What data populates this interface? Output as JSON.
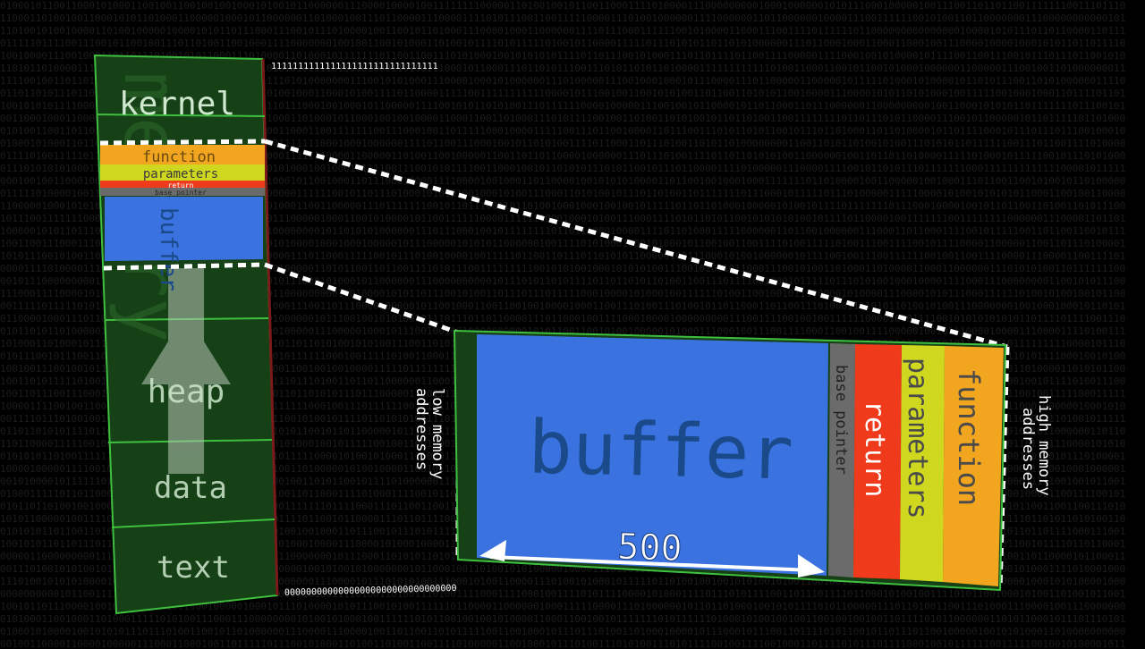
{
  "memory_column": {
    "segments": [
      {
        "label": "kernel"
      },
      {
        "label": "function"
      },
      {
        "label": "parameters"
      },
      {
        "label": "return"
      },
      {
        "label": "base pointer"
      },
      {
        "label": "buffer"
      },
      {
        "label": "heap"
      },
      {
        "label": "data"
      },
      {
        "label": "text"
      }
    ],
    "high_address_bits": "1111111111111111111111111111111",
    "low_address_bits": "00000000000000000000000000000000"
  },
  "stack_detail": {
    "buffer_label": "buffer",
    "buffer_size": "500",
    "cells": [
      {
        "label": "base pointer",
        "color": "#6b6b6b",
        "text_color": "#222222"
      },
      {
        "label": "return",
        "color": "#f03a1c",
        "text_color": "#ffffff"
      },
      {
        "label": "parameters",
        "color": "#cfd81e",
        "text_color": "#4a4a4a"
      },
      {
        "label": "function",
        "color": "#f2a51e",
        "text_color": "#4a4a4a"
      }
    ],
    "low_label": "low memory addresses",
    "high_label": "high memory addresses"
  },
  "colors": {
    "green_cell": "#1a4d1a",
    "green_border": "#3fbf3f",
    "buffer_blue": "#3a72e0",
    "buffer_text": "#1a4a8a",
    "dotted": "#ffffff"
  }
}
